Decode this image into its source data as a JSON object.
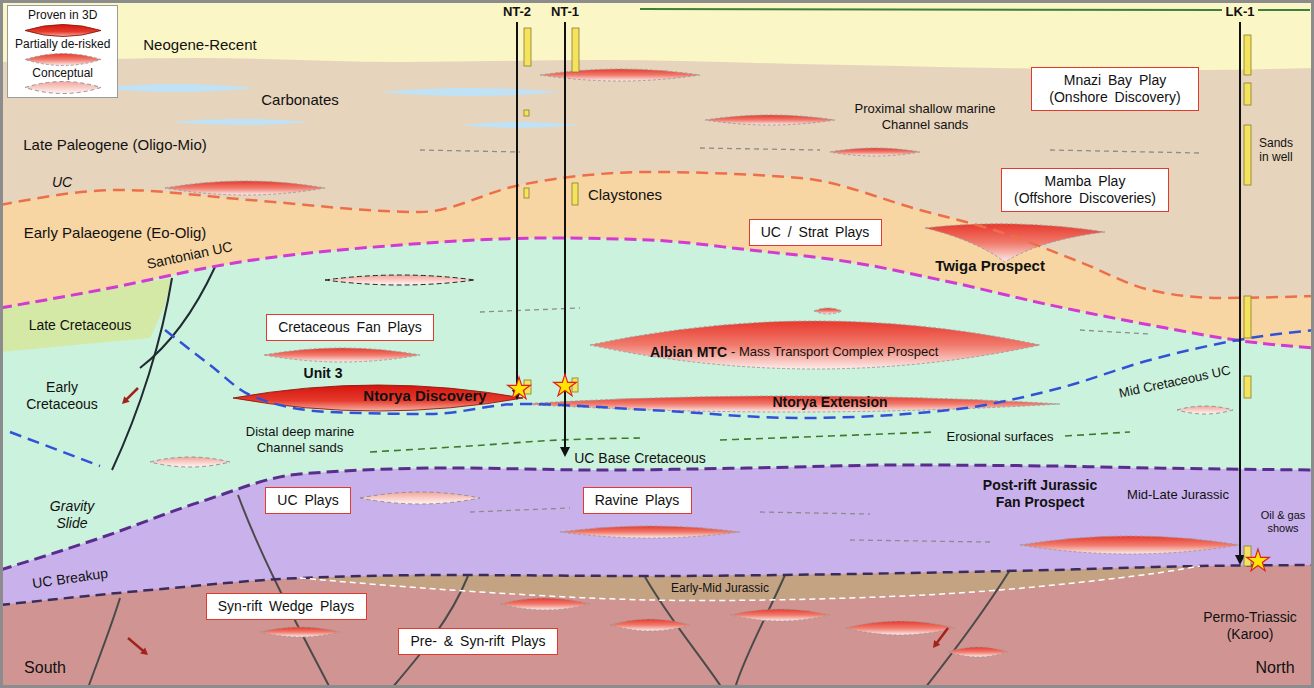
{
  "diagram": {
    "nodes": [
      {
        "text": [
          "Mnazi Bay Play (Onshore Discovery)"
        ]
      },
      {
        "text": [
          "Mamba Play (Offshore Discoveries)"
        ]
      },
      {
        "text": [
          "UC / Strat Plays"
        ]
      },
      {
        "text": [
          "Cretaceous Fan Plays"
        ]
      },
      {
        "text": [
          "UC Plays"
        ]
      },
      {
        "text": [
          "Ravine Plays"
        ]
      },
      {
        "text": [
          "Syn-rift Wedge Plays"
        ]
      },
      {
        "text": [
          "Pre- & Syn-rift Plays"
        ]
      }
    ],
    "labels": [
      "NT-2",
      "NT-1",
      "LK-1",
      "Neogene-Recent",
      "Carbonates",
      "Proximal shallow marine Channel sands",
      "Late Paleogene (Oligo-Mio)",
      "UC",
      "Sands in well",
      "Claystones",
      "Early Palaeogene (Eo-Olig)",
      "Twiga Prospect",
      "Santonian UC",
      "Late Cretaceous",
      "Early Cretaceous",
      "Gravity Slide",
      "Unit 3",
      "Albian MTC",
      "- Mass Transport Complex Prospect",
      "Ntorya Discovery",
      "Ntorya Extension",
      "Mid Cretaceous UC",
      "Distal deep marine Channel sands",
      "Erosional surfaces",
      "UC Base Cretaceous",
      "Post-rift Jurassic Fan Prospect",
      "Mid-Late Jurassic",
      "Oil & gas shows",
      "UC Breakup",
      "Early-Mid Jurassic",
      "Permo-Triassic (Karoo)",
      "South",
      "North"
    ],
    "legend": [
      {
        "text": "Proven in 3D"
      },
      {
        "text": "Partially de-risked"
      },
      {
        "text": "Conceptual"
      }
    ]
  }
}
